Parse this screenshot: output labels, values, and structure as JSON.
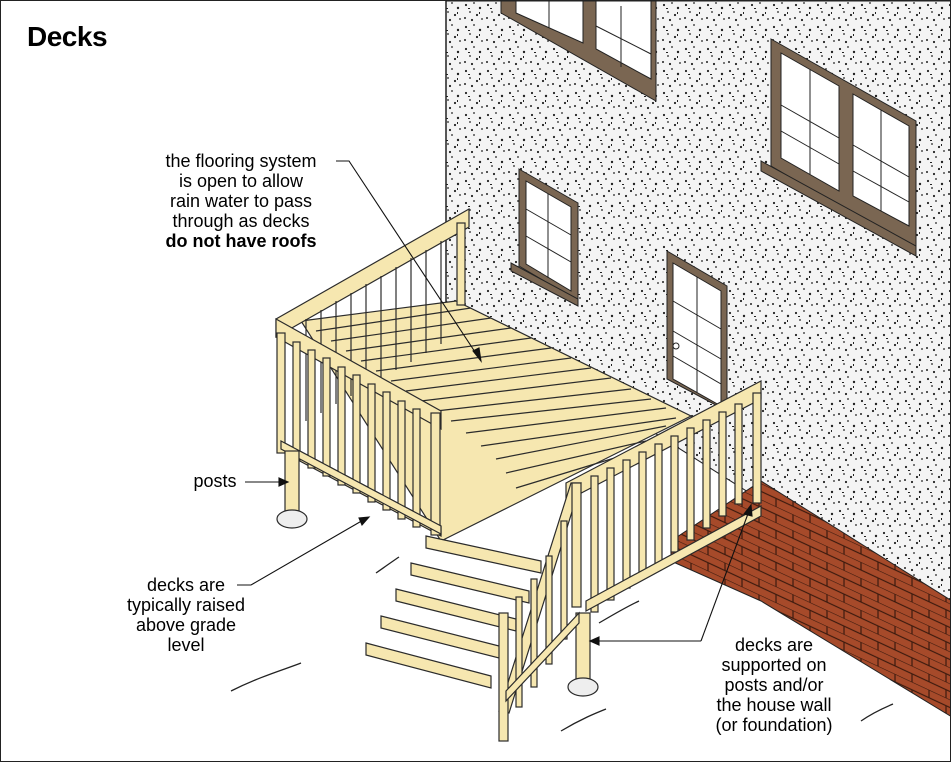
{
  "title": "Decks",
  "labels": {
    "flooring": {
      "lines": [
        "the flooring system",
        "is open to allow",
        "rain water to pass",
        "through as decks"
      ],
      "bold": "do not have roofs"
    },
    "posts": "posts",
    "raised": [
      "decks are",
      "typically raised",
      "above grade",
      "level"
    ],
    "supported": [
      "decks are",
      "supported on",
      "posts and/or",
      "the house wall",
      "(or foundation)"
    ]
  },
  "colors": {
    "wood": "#f6e7b0",
    "wood_outline": "#2b2b2b",
    "brick": "#a64a2a",
    "window_frame": "#7a6652",
    "wall": "#f4f4f4"
  }
}
